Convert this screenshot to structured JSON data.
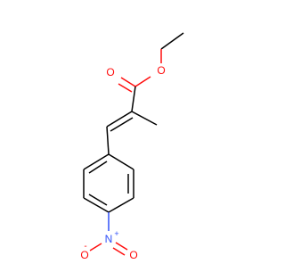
{
  "molecule": {
    "atoms": {
      "ester_O_single": {
        "text": "O",
        "color": "#ff0d0d"
      },
      "carbonyl_O": {
        "text": "O",
        "color": "#ff0d0d"
      },
      "nitro_N": {
        "text": "N",
        "charge": "+",
        "color": "#3050f8"
      },
      "nitro_O_top": {
        "text": "O",
        "charge": "-",
        "color": "#ff0d0d"
      },
      "nitro_O_right": {
        "text": "O",
        "color": "#ff0d0d"
      }
    },
    "bond_color": "#000000"
  }
}
